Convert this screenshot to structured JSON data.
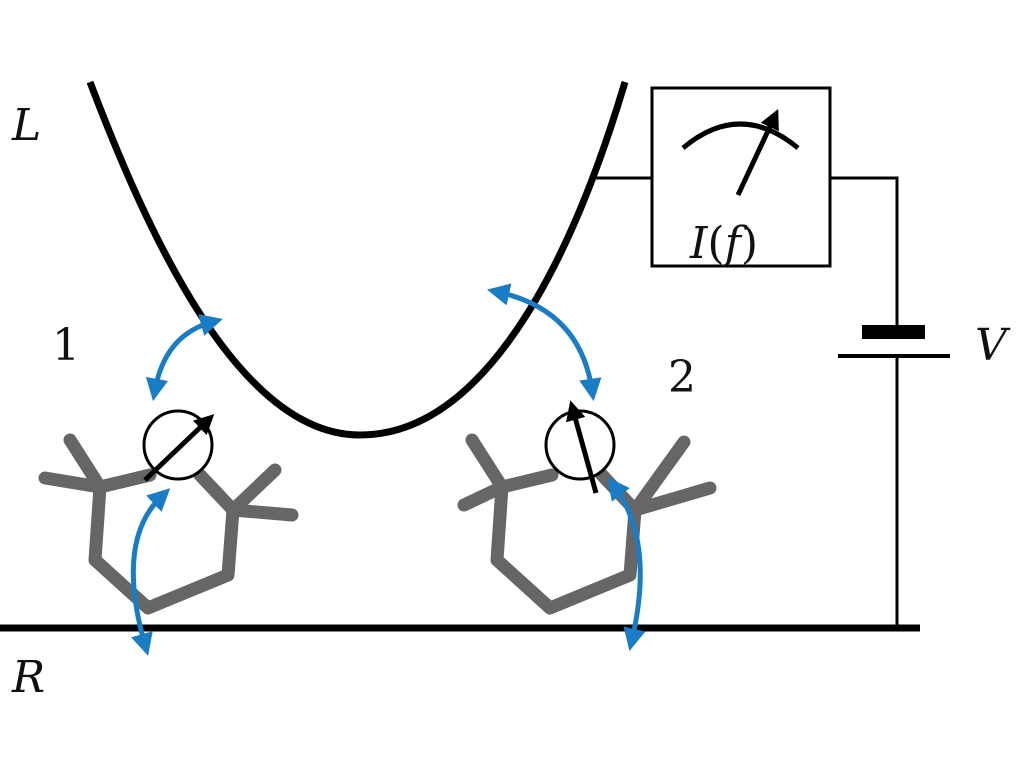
{
  "labels": {
    "left_electrode": "L",
    "right_electrode": "R",
    "molecule_1": "1",
    "molecule_2": "2",
    "voltage": "V",
    "meter_I": "I",
    "meter_open": "(",
    "meter_f": "f",
    "meter_close": ")"
  },
  "colors": {
    "line": "#000000",
    "molecule": "#666666",
    "coupling_arrow": "#1a7cc4"
  }
}
